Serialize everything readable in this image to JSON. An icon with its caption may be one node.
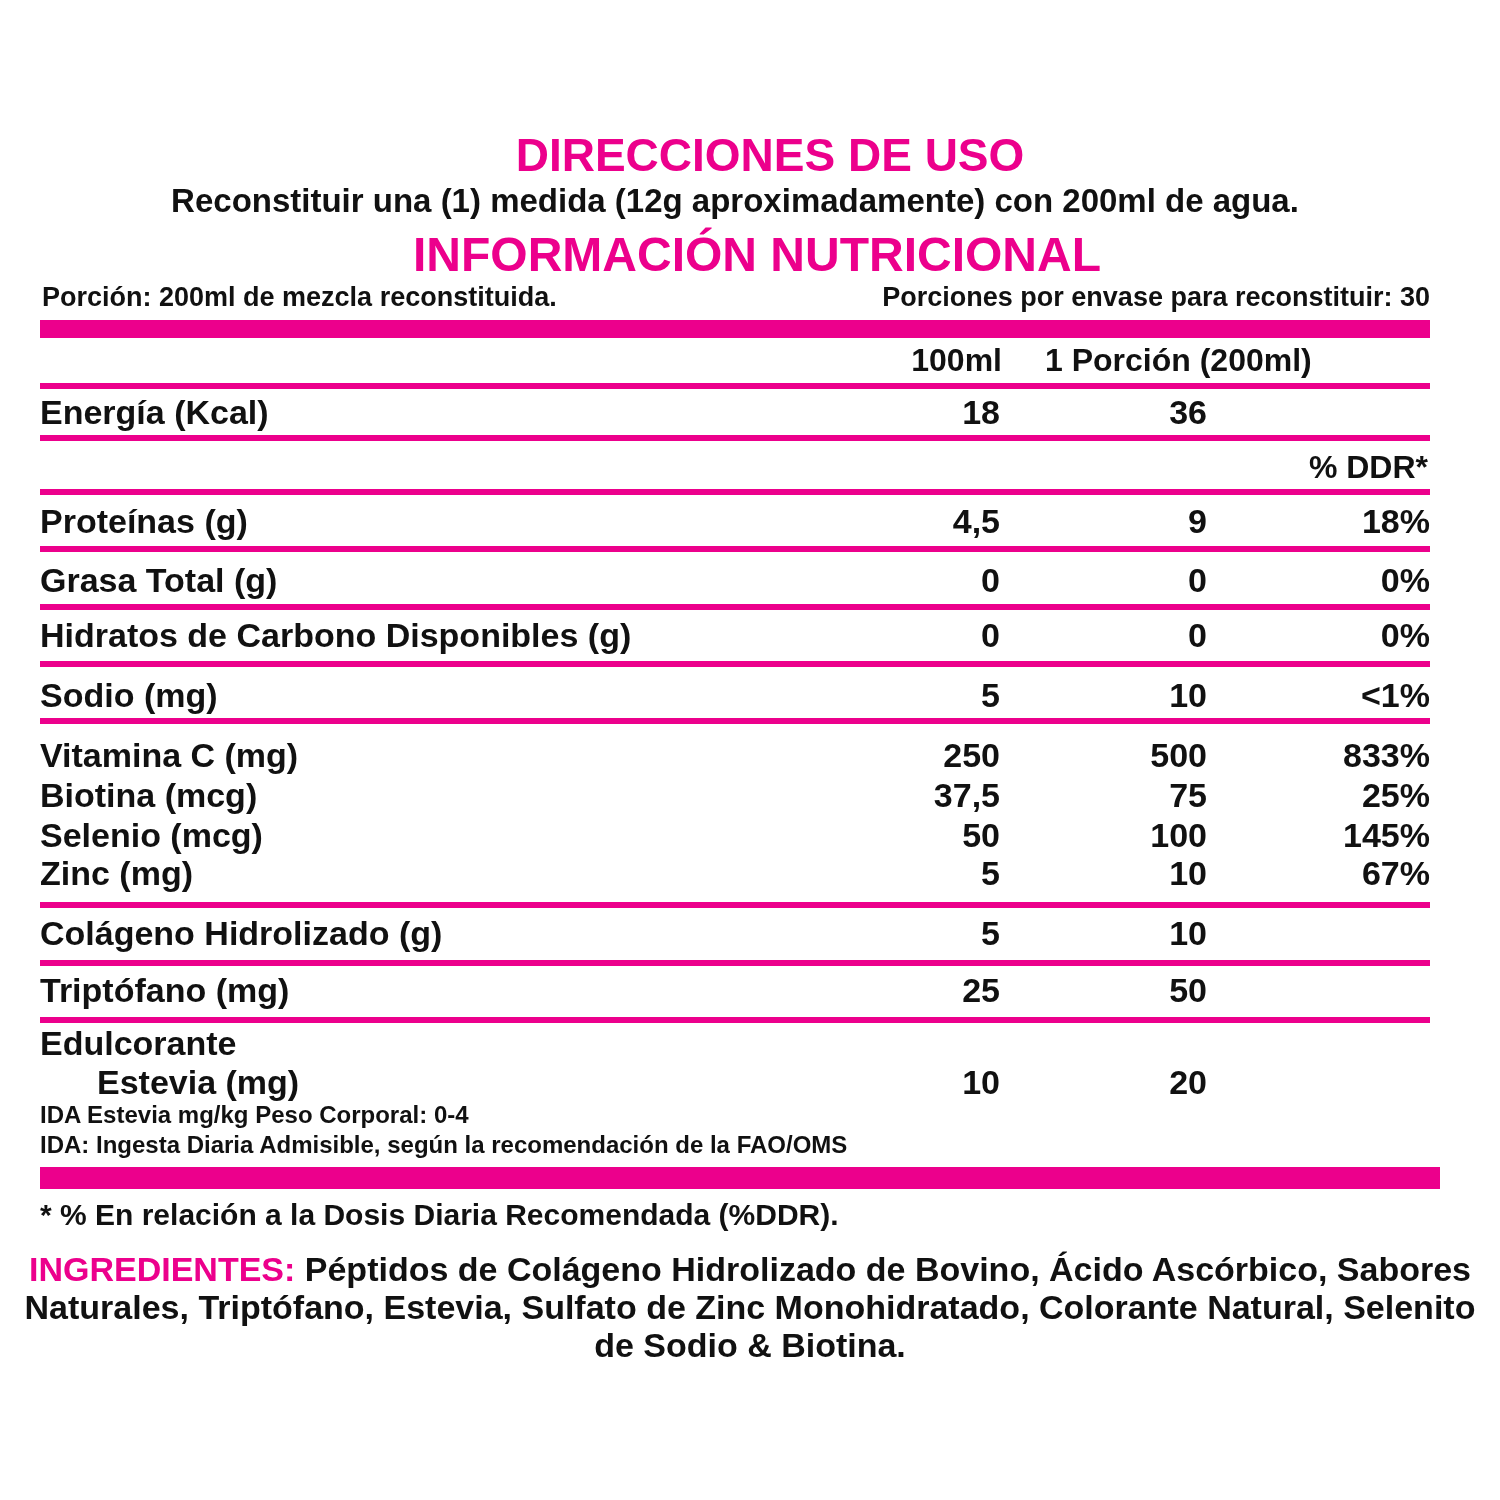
{
  "diagram": {
    "title": "DIRECCIONES DE USO",
    "labels": [
      "Reconstituir una (1) medida (12g aproximadamente) con 200ml de agua.",
      "INFORMACIÓN NUTRICIONAL",
      "Porción: 200ml de mezcla reconstituida.",
      "Porciones por envase para reconstituir: 30",
      "100ml",
      "1 Porción (200ml)",
      "Energía (Kcal)",
      "18",
      "36",
      "% DDR*",
      "Proteínas (g)",
      "4,5",
      "9",
      "18%",
      "Grasa Total (g)",
      "0",
      "0",
      "0%",
      "Hidratos de Carbono Disponibles (g)",
      "0",
      "0",
      "0%",
      "Sodio (mg)",
      "5",
      "10",
      "<1%",
      "Vitamina C (mg)",
      "250",
      "500",
      "833%",
      "Biotina (mcg)",
      "37,5",
      "75",
      "25%",
      "Selenio (mcg)",
      "50",
      "100",
      "145%",
      "Zinc (mg)",
      "5",
      "10",
      "67%",
      "Colágeno Hidrolizado (g)",
      "5",
      "10",
      "Triptófano (mg)",
      "25",
      "50",
      "Edulcorante",
      "Estevia (mg)",
      "10",
      "20",
      "IDA Estevia mg/kg Peso Corporal: 0-4",
      "IDA: Ingesta Diaria Admisible, según la recomendación de la FAO/OMS",
      "* % En relación a la Dosis Diaria Recomendada (%DDR).",
      "INGREDIENTES:",
      "Péptidos de Colágeno Hidrolizado de Bovino, Ácido Ascórbico, Sabores Naturales, Triptófano, Estevia, Sulfato de Zinc Monohidratado, Colorante Natural, Selenito de Sodio & Biotina."
    ]
  }
}
